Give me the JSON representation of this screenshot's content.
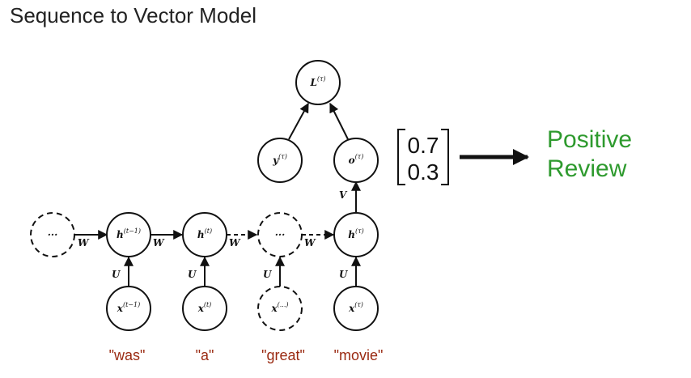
{
  "title": "Sequence to Vector Model",
  "colors": {
    "word": "#9a2a12",
    "result": "#2e9a2e",
    "ink": "#111111"
  },
  "nodes": {
    "prev_ellipsis": "···",
    "h_t_minus_1": {
      "base": "h",
      "sup": "(t−1)"
    },
    "h_t": {
      "base": "h",
      "sup": "(t)"
    },
    "mid_ellipsis": "···",
    "h_tau": {
      "base": "h",
      "sup": "(τ)"
    },
    "x_t_minus_1": {
      "base": "x",
      "sup": "(t−1)"
    },
    "x_t": {
      "base": "x",
      "sup": "(t)"
    },
    "x_dots": {
      "base": "x",
      "sup": "(...)"
    },
    "x_tau": {
      "base": "x",
      "sup": "(τ)"
    },
    "y_tau": {
      "base": "y",
      "sup": "(τ)"
    },
    "o_tau": {
      "base": "o",
      "sup": "(τ)"
    },
    "L_tau": {
      "base": "L",
      "sup": "(τ)"
    }
  },
  "edge_labels": {
    "W": "W",
    "U": "U",
    "V": "V"
  },
  "words": [
    "\"was\"",
    "\"a\"",
    "\"great\"",
    "\"movie\""
  ],
  "output_vector": [
    "0.7",
    "0.3"
  ],
  "result": {
    "line1": "Positive",
    "line2": "Review"
  }
}
